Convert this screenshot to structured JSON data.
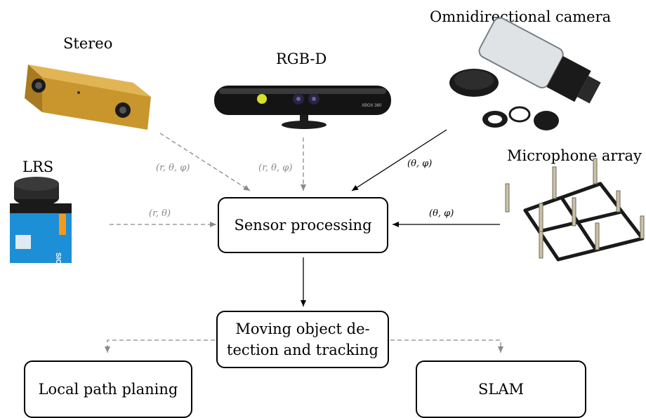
{
  "sensors": {
    "stereo": "Stereo",
    "rgbd": "RGB-D",
    "omni": "Omnidirectional camera",
    "lrs": "LRS",
    "mic": "Microphone array"
  },
  "boxes": {
    "sensor_processing": "Sensor processing",
    "tracking_line1": "Moving object de-",
    "tracking_line2": "tection and tracking",
    "local_path": "Local path planing",
    "slam": "SLAM"
  },
  "edge_labels": {
    "stereo": "(r, θ, φ)",
    "rgbd": "(r, θ, φ)",
    "lrs": "(r, θ)",
    "omni": "(θ, φ)",
    "mic": "(θ, φ)"
  },
  "device_text": {
    "lrs_brand": "SICK",
    "kinect_brand": "XBOX 360"
  },
  "colors": {
    "solid_arrow": "#000000",
    "dashed_arrow": "#8a8a8a",
    "stereo_body": "#c9962e",
    "kinect_body": "#141414",
    "lrs_body": "#1c8fd6",
    "lens_dark": "#1a1a1a"
  }
}
